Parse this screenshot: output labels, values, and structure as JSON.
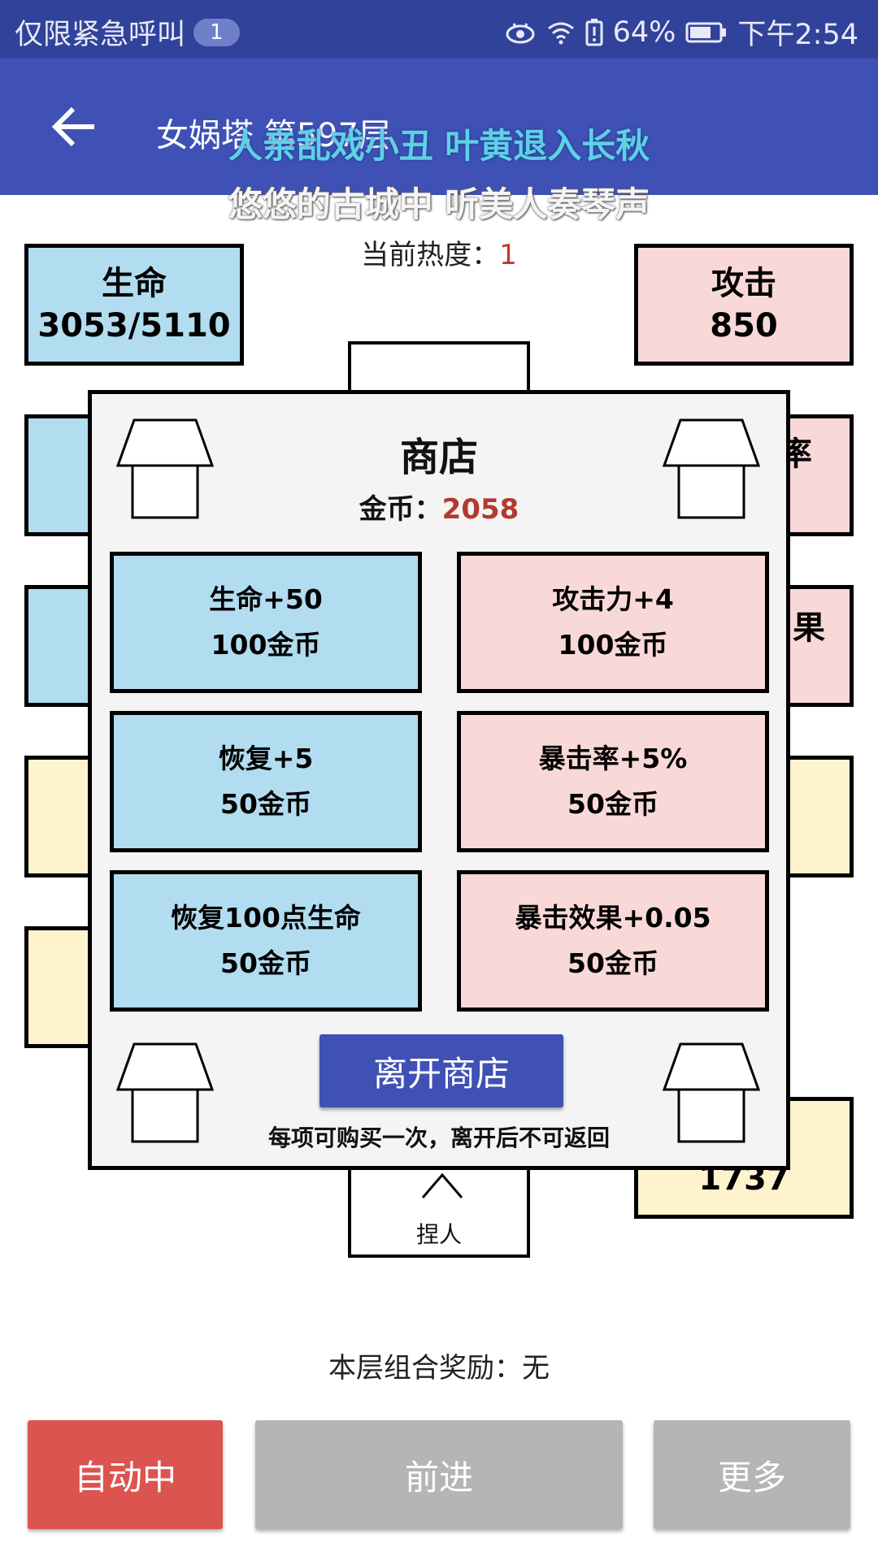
{
  "status_bar": {
    "carrier": "仅限紧急呼叫",
    "badge": "1",
    "battery": "64%",
    "time": "下午2:54"
  },
  "app_bar": {
    "title": "女娲塔 第597层"
  },
  "overlay": {
    "lyric_line1": "人亲乱戏小丑 叶黄退入长秋",
    "lyric_line2": "悠悠的古城中 听美人奏琴声"
  },
  "heat": {
    "label": "当前热度：",
    "value": "1"
  },
  "stats": {
    "life": {
      "label": "生命",
      "value": "3053/5110"
    },
    "attack": {
      "label": "攻击",
      "value": "850"
    },
    "right_partial_1": "率",
    "right_partial_2": "果",
    "bottom_right_value": "1737"
  },
  "shop": {
    "title": "商店",
    "gold_label": "金币：",
    "gold_value": "2058",
    "items": [
      {
        "name": "生命+50",
        "price": "100金币",
        "color": "blue"
      },
      {
        "name": "攻击力+4",
        "price": "100金币",
        "color": "pink"
      },
      {
        "name": "恢复+5",
        "price": "50金币",
        "color": "blue"
      },
      {
        "name": "暴击率+5%",
        "price": "50金币",
        "color": "pink"
      },
      {
        "name": "恢复100点生命",
        "price": "50金币",
        "color": "blue"
      },
      {
        "name": "暴击效果+0.05",
        "price": "50金币",
        "color": "pink"
      }
    ],
    "leave_label": "离开商店",
    "note": "每项可购买一次，离开后不可返回"
  },
  "below_room_label": "捏人",
  "combo": {
    "label": "本层组合奖励：",
    "value": "无"
  },
  "buttons": {
    "auto": "自动中",
    "forward": "前进",
    "more": "更多"
  },
  "colors": {
    "primary": "#3f51b5",
    "status_bar": "#31429a",
    "auto_button": "#dc5450",
    "disabled_button": "#b5b5b5",
    "blue_box": "#b2ddf0",
    "pink_box": "#f9d9d7",
    "yellow_box": "#fff3cd",
    "highlight_number": "#b33a2e"
  }
}
